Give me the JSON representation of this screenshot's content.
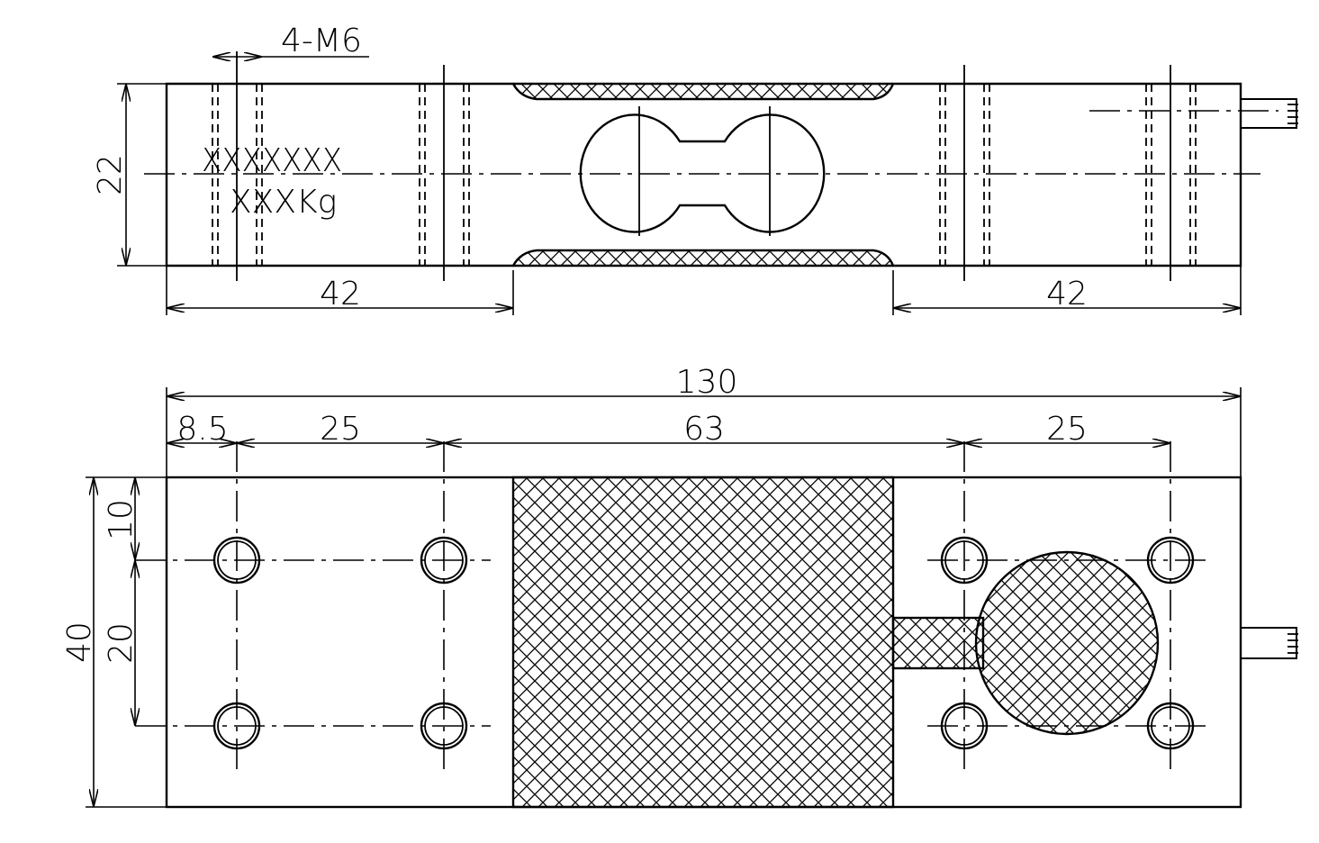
{
  "top_view": {
    "thread_label": "4-M6",
    "marking_line1": "XXXXXXX",
    "marking_line2": "XXXKg",
    "dim_height": "22",
    "dim_left": "42",
    "dim_right": "42"
  },
  "plan_view": {
    "dim_total": "130",
    "dim_edge": "8.5",
    "dim_hole_pitch_left": "25",
    "dim_middle": "63",
    "dim_hole_pitch_right": "25",
    "dim_width": "40",
    "dim_hole_edge": "10",
    "dim_hole_spacing": "20"
  }
}
